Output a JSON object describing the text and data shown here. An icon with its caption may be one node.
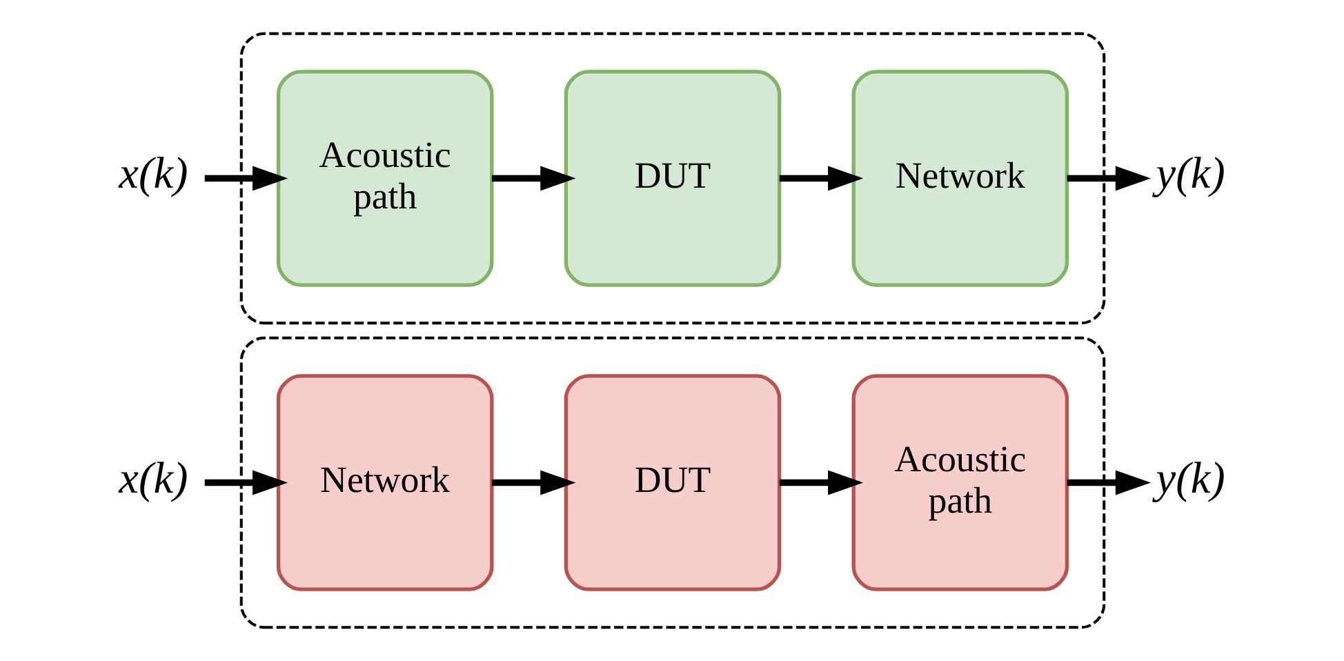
{
  "diagram": {
    "nodes": [
      {
        "text": [],
        "shape": "box"
      },
      {
        "text": [
          "x(k)"
        ]
      },
      {
        "text": [
          "Acoustic path"
        ],
        "in": 0
      },
      {
        "text": [
          "DUT"
        ],
        "in": 0
      },
      {
        "text": [
          "Network"
        ],
        "in": 0
      },
      {
        "text": [
          "y(k)"
        ]
      },
      {
        "text": [],
        "shape": "box"
      },
      {
        "text": [
          "x(k)"
        ]
      },
      {
        "text": [
          "Network"
        ],
        "in": 6
      },
      {
        "text": [
          "DUT"
        ],
        "in": 6
      },
      {
        "text": [
          "Acoustic path"
        ],
        "in": 6
      },
      {
        "text": [
          "y(k)"
        ]
      }
    ],
    "edges": [
      {
        "from": 1,
        "to": 2,
        "arrow": "to"
      },
      {
        "from": 2,
        "to": 3,
        "arrow": "to"
      },
      {
        "from": 3,
        "to": 4,
        "arrow": "to"
      },
      {
        "from": 4,
        "to": 5,
        "arrow": "to"
      },
      {
        "from": 7,
        "to": 8,
        "arrow": "to"
      },
      {
        "from": 8,
        "to": 9,
        "arrow": "to"
      },
      {
        "from": 9,
        "to": 10,
        "arrow": "to"
      },
      {
        "from": 10,
        "to": 11,
        "arrow": "to"
      }
    ]
  }
}
